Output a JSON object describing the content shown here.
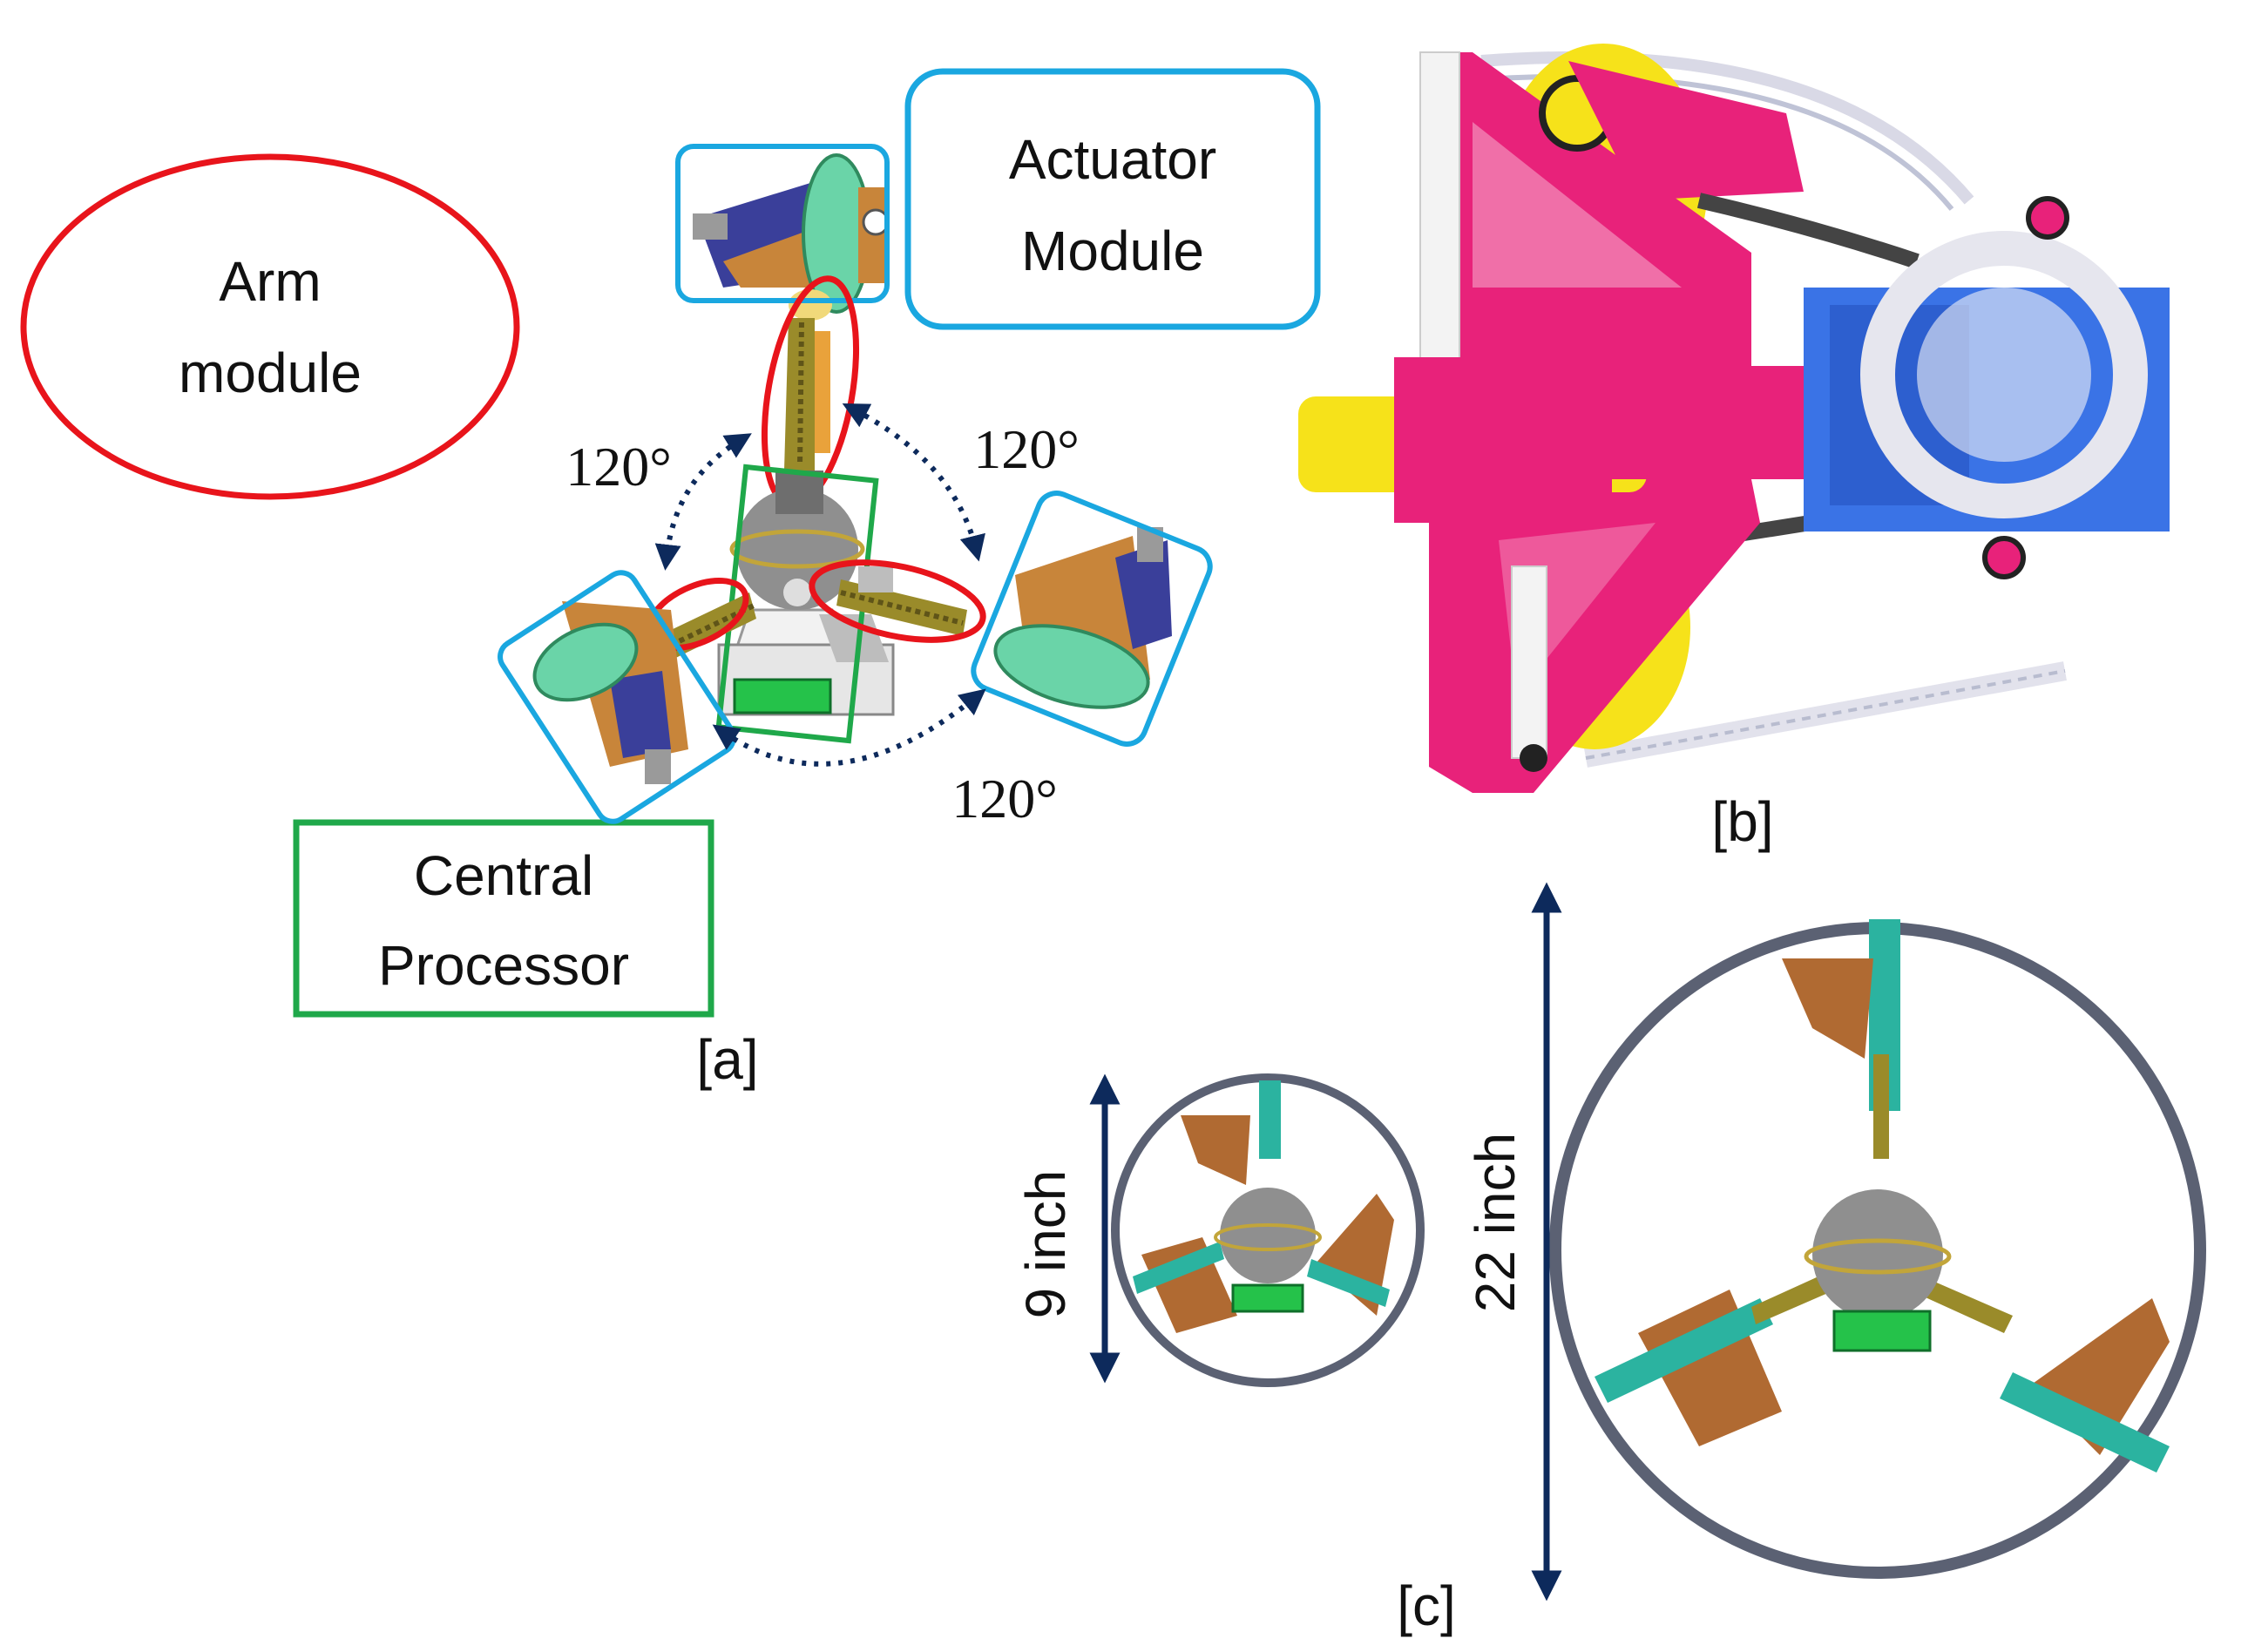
{
  "panel_a": {
    "caption": "[a]",
    "labels": {
      "arm_module_line1": "Arm",
      "arm_module_line2": "module",
      "actuator_module_line1": "Actuator",
      "actuator_module_line2": "Module",
      "central_processor_line1": "Central",
      "central_processor_line2": "Processor"
    },
    "angles": [
      "120°",
      "120°",
      "120°"
    ]
  },
  "panel_b": {
    "caption": "[b]"
  },
  "panel_c": {
    "caption": "[c]",
    "small_dimension": "9 inch",
    "large_dimension": "22 inch"
  },
  "colors": {
    "arm_outline": "#e8141b",
    "actuator_outline": "#1aa7e0",
    "processor_outline": "#1fa84a",
    "arrow": "#0d2a5c",
    "boundary_circle": "#5b6173",
    "teal": "#2bb3a0",
    "brown": "#b06a32",
    "magenta": "#e8227a",
    "yellow": "#f4e21c"
  }
}
